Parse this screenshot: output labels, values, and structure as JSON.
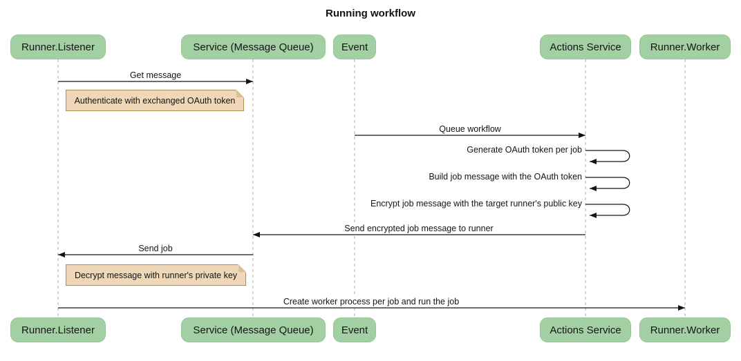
{
  "title": "Running workflow",
  "participants": [
    {
      "label": "Runner.Listener"
    },
    {
      "label": "Service (Message Queue)"
    },
    {
      "label": "Event"
    },
    {
      "label": "Actions Service"
    },
    {
      "label": "Runner.Worker"
    }
  ],
  "messages": [
    {
      "label": "Get message",
      "from": "Runner.Listener",
      "to": "Service (Message Queue)"
    },
    {
      "label": "Queue workflow",
      "from": "Event",
      "to": "Actions Service"
    },
    {
      "label": "Generate OAuth token per job",
      "from": "Actions Service",
      "to": "Actions Service",
      "self": true
    },
    {
      "label": "Build job message with the OAuth token",
      "from": "Actions Service",
      "to": "Actions Service",
      "self": true
    },
    {
      "label": "Encrypt job message with the target runner's public key",
      "from": "Actions Service",
      "to": "Actions Service",
      "self": true
    },
    {
      "label": "Send encrypted job message to runner",
      "from": "Actions Service",
      "to": "Service (Message Queue)"
    },
    {
      "label": "Send job",
      "from": "Service (Message Queue)",
      "to": "Runner.Listener"
    },
    {
      "label": "Create worker process per job and run the job",
      "from": "Runner.Listener",
      "to": "Runner.Worker"
    }
  ],
  "notes": [
    {
      "label": "Authenticate with exchanged OAuth token",
      "over": "Runner.Listener"
    },
    {
      "label": "Decrypt message with runner's private key",
      "over": "Runner.Listener"
    }
  ],
  "colors": {
    "participant_fill": "#a3d0a3",
    "participant_border": "#97c497",
    "note_fill": "#efd7b8",
    "note_border": "#ad8b52",
    "note_fold": "#dcbf94",
    "lifeline": "#a9a9a9",
    "arrow": "#141414",
    "text": "#141414",
    "background": "#ffffff"
  }
}
